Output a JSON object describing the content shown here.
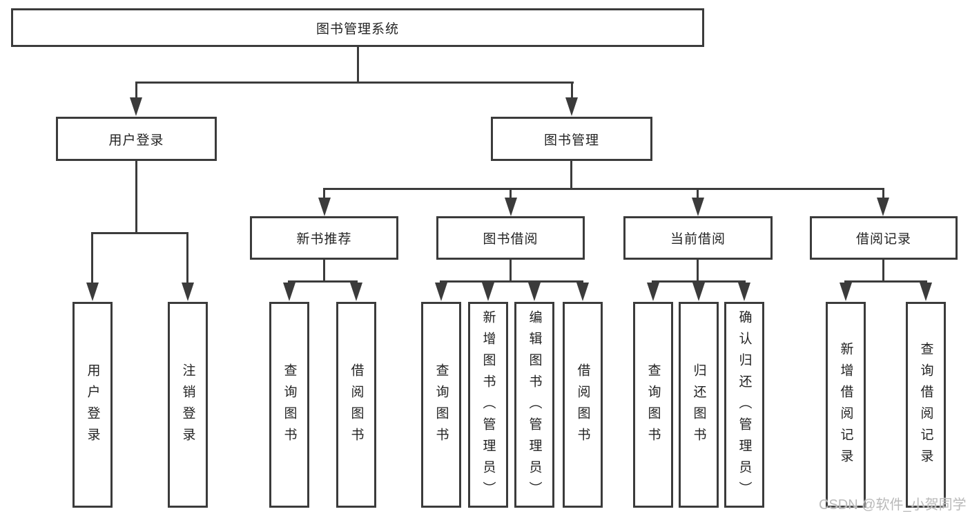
{
  "diagram_type": "hierarchy-tree",
  "colors": {
    "background": "#ffffff",
    "line": "#3b3b3b",
    "text": "#232323",
    "watermark": "#b9b9b9"
  },
  "tree": {
    "label": "图书管理系统",
    "children": [
      {
        "label": "用户登录",
        "children": [
          {
            "label": "用户登录"
          },
          {
            "label": "注销登录"
          }
        ]
      },
      {
        "label": "图书管理",
        "children": [
          {
            "label": "新书推荐",
            "children": [
              {
                "label": "查询图书"
              },
              {
                "label": "借阅图书"
              }
            ]
          },
          {
            "label": "图书借阅",
            "children": [
              {
                "label": "查询图书"
              },
              {
                "label": "新增图书（管理员）"
              },
              {
                "label": "编辑图书（管理员）"
              },
              {
                "label": "借阅图书"
              }
            ]
          },
          {
            "label": "当前借阅",
            "children": [
              {
                "label": "查询图书"
              },
              {
                "label": "归还图书"
              },
              {
                "label": "确认归还（管理员）"
              }
            ]
          },
          {
            "label": "借阅记录",
            "children": [
              {
                "label": "新增借阅记录"
              },
              {
                "label": "查询借阅记录"
              }
            ]
          }
        ]
      }
    ]
  },
  "watermark": {
    "text": "CSDN @软件_小贺同学"
  }
}
